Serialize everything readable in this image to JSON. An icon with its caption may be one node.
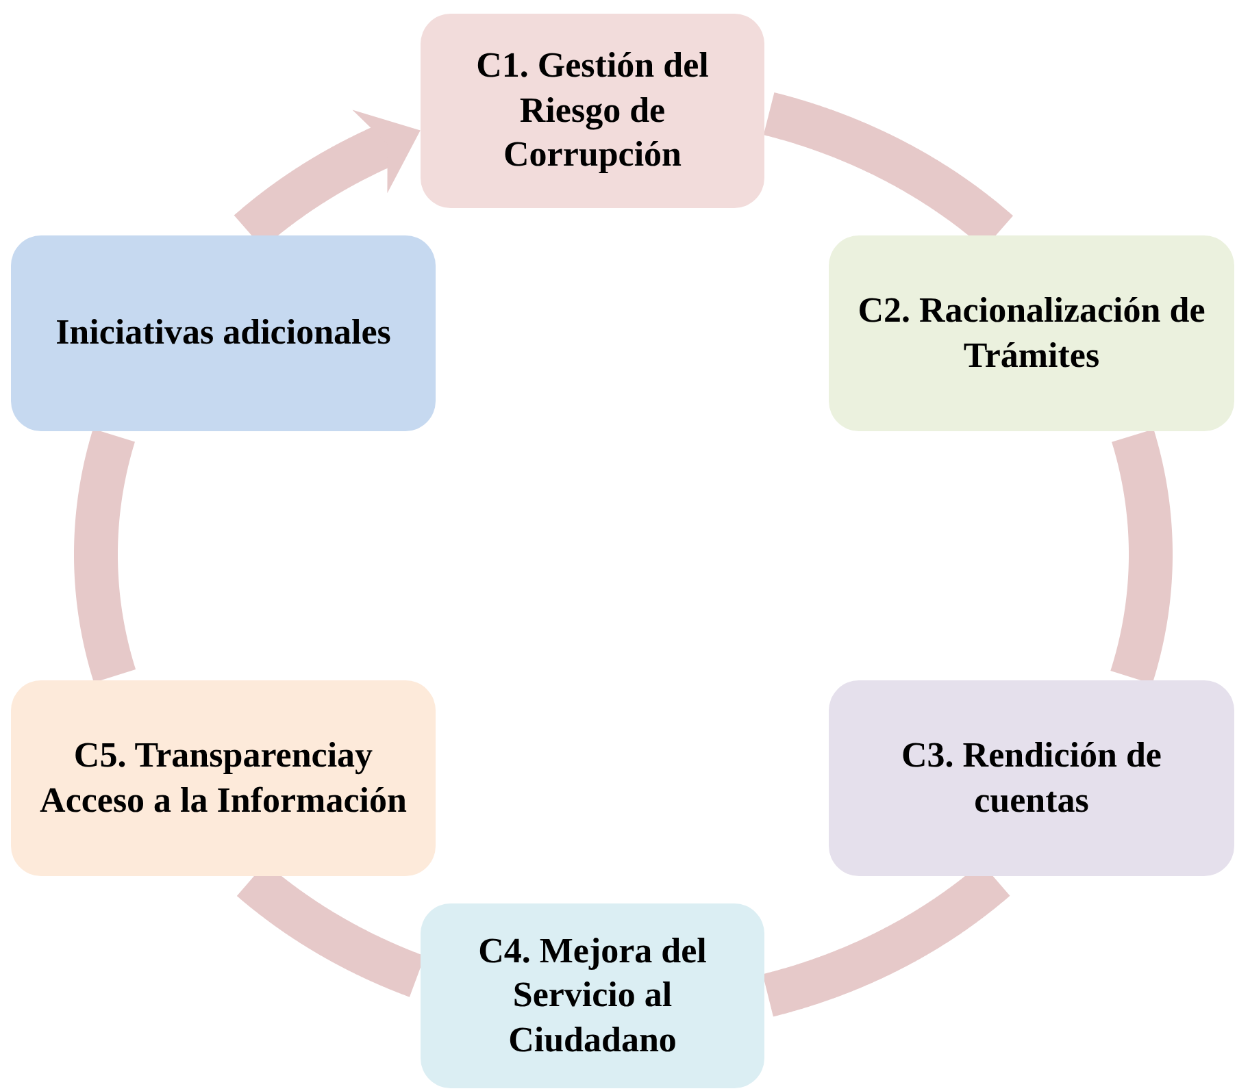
{
  "diagram": {
    "nodes": [
      {
        "text": [
          "C1. Gestión del Riesgo de Corrupción"
        ]
      },
      {
        "text": [
          "C2. Racionalización de Trámites"
        ]
      },
      {
        "text": [
          "C3. Rendición de cuentas"
        ]
      },
      {
        "text": [
          "C4. Mejora del Servicio al Ciudadano"
        ]
      },
      {
        "text": [
          "C5. Transparenciay Acceso a la Información"
        ]
      },
      {
        "text": [
          "Iniciativas adicionales"
        ]
      }
    ],
    "edges": [
      {
        "from": 0,
        "to": 1,
        "arrow": "none"
      },
      {
        "from": 1,
        "to": 2,
        "arrow": "none"
      },
      {
        "from": 2,
        "to": 3,
        "arrow": "none"
      },
      {
        "from": 3,
        "to": 4,
        "arrow": "none"
      },
      {
        "from": 4,
        "to": 5,
        "arrow": "none"
      },
      {
        "from": 5,
        "to": 0,
        "arrow": "to"
      }
    ]
  }
}
